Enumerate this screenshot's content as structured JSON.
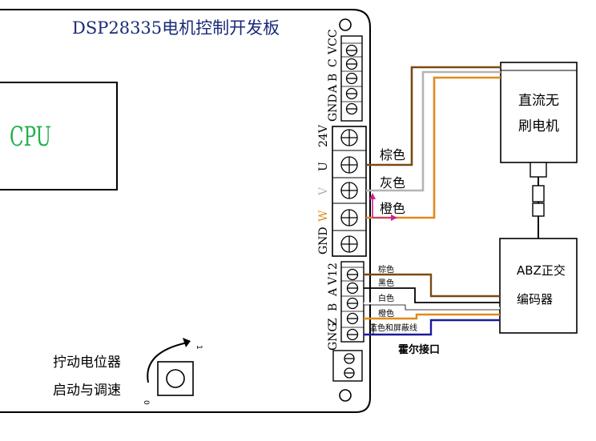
{
  "board": {
    "title": "DSP28335电机控制开发板",
    "cpu_label": "CPU",
    "pot_label_line1": "拧动电位器",
    "pot_label_line2": "启动与调速",
    "pot_mark_top": "1",
    "pot_mark_bottom": "0"
  },
  "connectors": {
    "top_pins": [
      "GND",
      "A",
      "B",
      "C",
      "VCC"
    ],
    "power_pins": [
      "24V",
      "U",
      "V",
      "W",
      "GND"
    ],
    "encoder_pins": [
      "V12",
      "A",
      "B",
      "Z",
      "GNG"
    ]
  },
  "wires": {
    "phase_labels": [
      "棕色",
      "灰色",
      "橙色"
    ],
    "encoder_labels": [
      "棕色",
      "黑色",
      "白色",
      "橙色",
      "蓝色和屏蔽线"
    ],
    "hall_label": "霍尔接口"
  },
  "motor": {
    "line1": "直流无",
    "line2": "刷电机"
  },
  "encoder": {
    "line1": "ABZ正交",
    "line2": "编码器"
  },
  "colors": {
    "brown": "#7a4a12",
    "gray": "#b4b4b4",
    "orange": "#e08a1a",
    "black": "#000000",
    "blue": "#1a1aa0",
    "cpu_green": "#22b14c",
    "title_blue": "#1a2a7a",
    "arrow_magenta": "#d0208a"
  }
}
